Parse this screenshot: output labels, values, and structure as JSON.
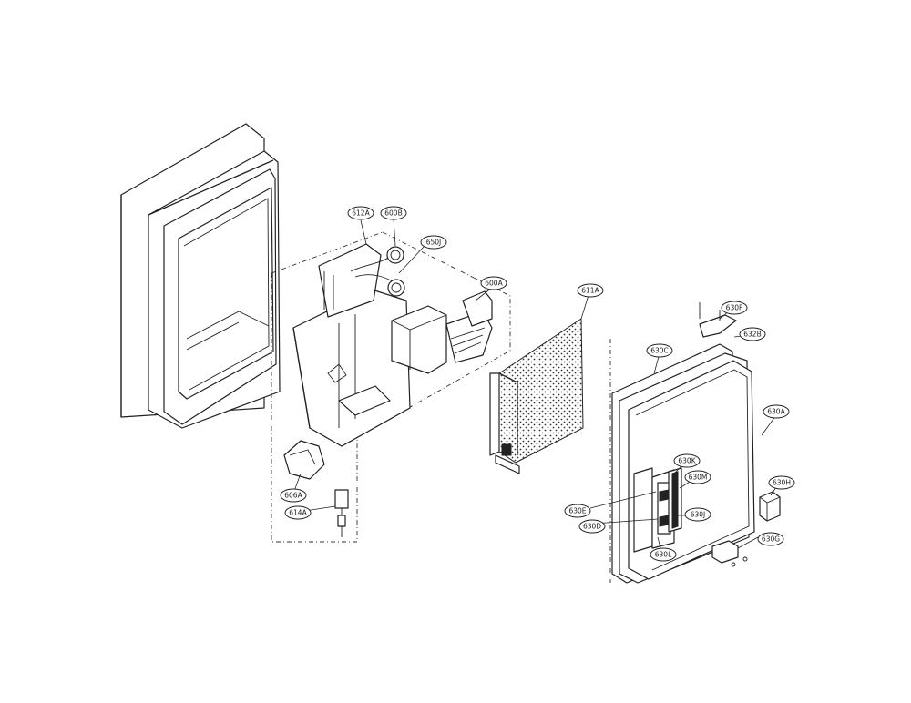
{
  "diagram": {
    "callouts": [
      {
        "id": "612A",
        "label": "612A"
      },
      {
        "id": "600B",
        "label": "600B"
      },
      {
        "id": "650J",
        "label": "650J"
      },
      {
        "id": "600A",
        "label": "600A"
      },
      {
        "id": "611A",
        "label": "611A"
      },
      {
        "id": "630F",
        "label": "630F"
      },
      {
        "id": "632B",
        "label": "632B"
      },
      {
        "id": "630C",
        "label": "630C"
      },
      {
        "id": "630A",
        "label": "630A"
      },
      {
        "id": "630K",
        "label": "630K"
      },
      {
        "id": "630M",
        "label": "630M"
      },
      {
        "id": "630H",
        "label": "630H"
      },
      {
        "id": "630E",
        "label": "630E"
      },
      {
        "id": "630D",
        "label": "630D"
      },
      {
        "id": "630J",
        "label": "630J"
      },
      {
        "id": "630G",
        "label": "630G"
      },
      {
        "id": "630L",
        "label": "630L"
      },
      {
        "id": "606A",
        "label": "606A"
      },
      {
        "id": "614A",
        "label": "614A"
      }
    ]
  }
}
